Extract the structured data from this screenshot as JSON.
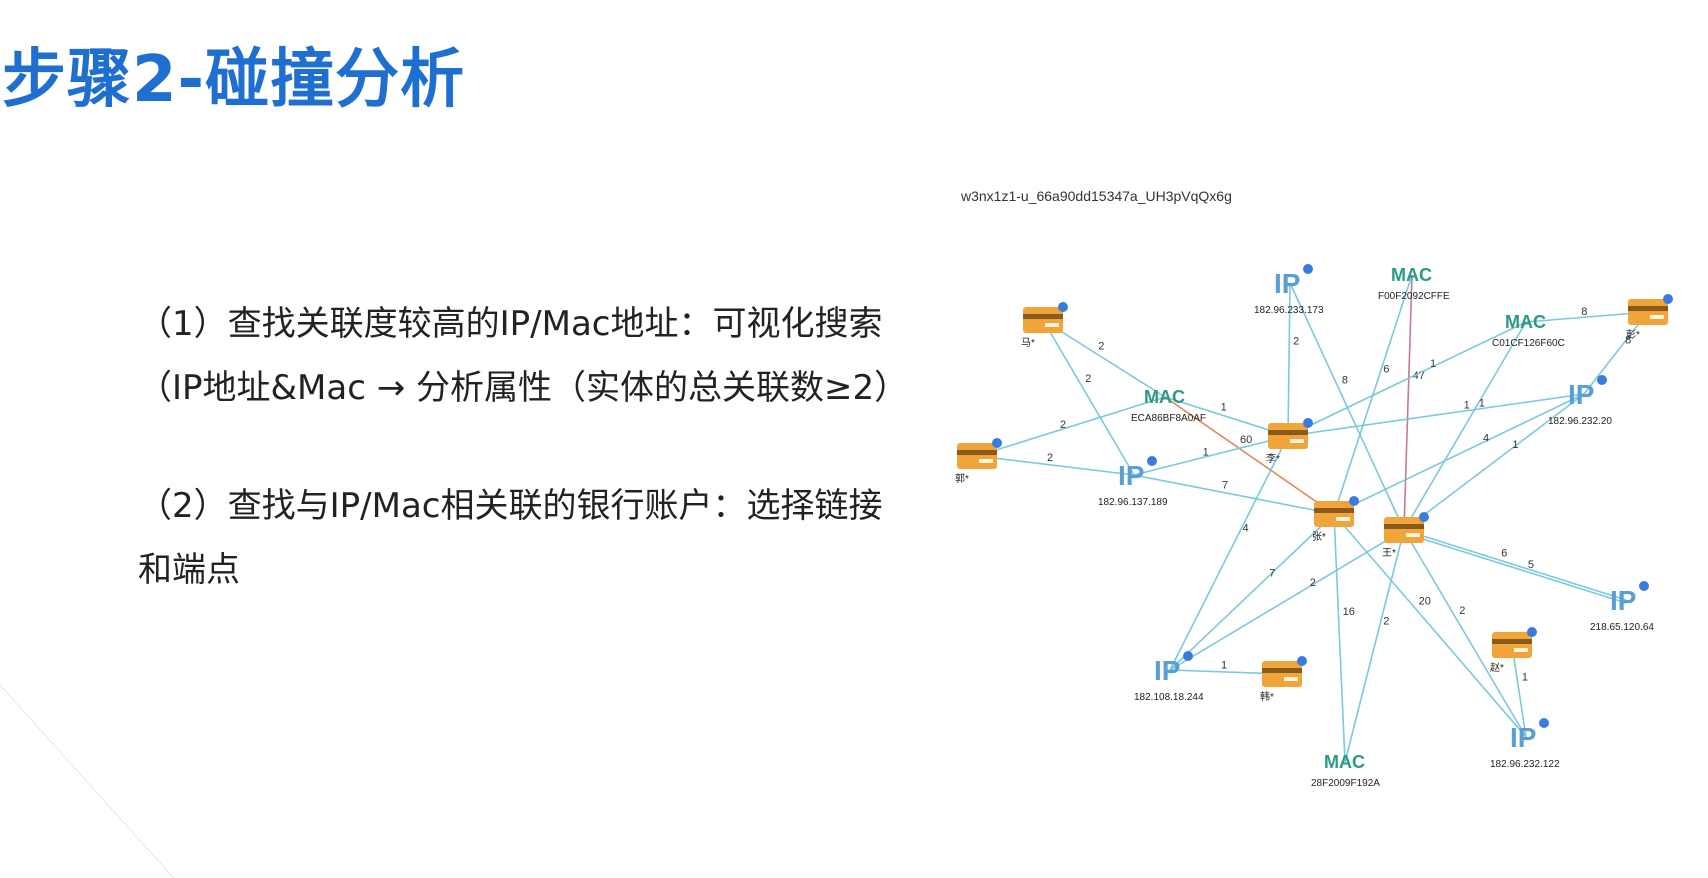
{
  "slide": {
    "title": "步骤2-碰撞分析",
    "bullet1": "（1）查找关联度较高的IP/Mac地址：可视化搜索（IP地址&Mac → 分析属性（实体的总关联数≥2）",
    "bullet2": "（2）查找与IP/Mac相关联的银行账户：选择链接和端点",
    "image_id": "w3nx1z1-u_66a90dd15347a_UH3pVqQx6g"
  },
  "graph": {
    "colors": {
      "edge": "#6cc3dc",
      "edge_highlight": "#e07a45",
      "edge_purple": "#c06a8a",
      "card": "#f0a43a",
      "ip": "#5a9fd4",
      "mac": "#2a9a84",
      "badge": "#3a7be0"
    },
    "nodes": [
      {
        "id": "ma",
        "type": "card",
        "label": "马*"
      },
      {
        "id": "guo",
        "type": "card",
        "label": "郭*"
      },
      {
        "id": "li",
        "type": "card",
        "label": "李*"
      },
      {
        "id": "zhang",
        "type": "card",
        "label": "张*"
      },
      {
        "id": "wang",
        "type": "card",
        "label": "王*"
      },
      {
        "id": "peng",
        "type": "card",
        "label": "彭*"
      },
      {
        "id": "zhao",
        "type": "card",
        "label": "赵*"
      },
      {
        "id": "han",
        "type": "card",
        "label": "韩*"
      },
      {
        "id": "ip1",
        "type": "ip",
        "icon": "IP",
        "label": "182.96.233.173"
      },
      {
        "id": "ip2",
        "type": "ip",
        "icon": "IP",
        "label": "182.96.137.189"
      },
      {
        "id": "ip3",
        "type": "ip",
        "icon": "IP",
        "label": "182.96.232.20"
      },
      {
        "id": "ip4",
        "type": "ip",
        "icon": "IP",
        "label": "218.65.120.64"
      },
      {
        "id": "ip5",
        "type": "ip",
        "icon": "IP",
        "label": "182.108.18.244"
      },
      {
        "id": "ip6",
        "type": "ip",
        "icon": "IP",
        "label": "182.96.232.122"
      },
      {
        "id": "mac1",
        "type": "mac",
        "icon": "MAC",
        "label": "F00F2092CFFE"
      },
      {
        "id": "mac2",
        "type": "mac",
        "icon": "MAC",
        "label": "C01CF126F60C"
      },
      {
        "id": "mac3",
        "type": "mac",
        "icon": "MAC",
        "label": "ECA86BF8A0AF"
      },
      {
        "id": "mac4",
        "type": "mac",
        "icon": "MAC",
        "label": "28F2009F192A"
      }
    ],
    "edges": [
      {
        "from": "ma",
        "to": "mac3",
        "label": "2",
        "style": "normal"
      },
      {
        "from": "ma",
        "to": "ip2",
        "label": "2",
        "style": "normal"
      },
      {
        "from": "guo",
        "to": "mac3",
        "label": "2",
        "style": "normal"
      },
      {
        "from": "guo",
        "to": "ip2",
        "label": "2",
        "style": "normal"
      },
      {
        "from": "mac3",
        "to": "li",
        "label": "1",
        "style": "normal"
      },
      {
        "from": "mac3",
        "to": "zhang",
        "label": "60",
        "style": "highlight"
      },
      {
        "from": "ip2",
        "to": "li",
        "label": "1",
        "style": "normal"
      },
      {
        "from": "ip2",
        "to": "zhang",
        "label": "7",
        "style": "normal"
      },
      {
        "from": "ip1",
        "to": "li",
        "label": "2",
        "style": "normal"
      },
      {
        "from": "ip1",
        "to": "wang",
        "label": "8",
        "style": "normal"
      },
      {
        "from": "mac1",
        "to": "zhang",
        "label": "6",
        "style": "normal"
      },
      {
        "from": "mac1",
        "to": "wang",
        "label": "47",
        "style": "purple"
      },
      {
        "from": "mac2",
        "to": "peng",
        "label": "8",
        "style": "normal"
      },
      {
        "from": "mac2",
        "to": "li",
        "label": "1",
        "style": "normal"
      },
      {
        "from": "mac2",
        "to": "wang",
        "label": "1",
        "style": "normal"
      },
      {
        "from": "peng",
        "to": "ip3",
        "label": "8",
        "style": "normal"
      },
      {
        "from": "ip3",
        "to": "li",
        "label": "1",
        "style": "normal"
      },
      {
        "from": "ip3",
        "to": "zhang",
        "label": "4",
        "style": "normal"
      },
      {
        "from": "ip3",
        "to": "wang",
        "label": "1",
        "style": "normal"
      },
      {
        "from": "wang",
        "to": "ip4",
        "label": "6",
        "style": "normal"
      },
      {
        "from": "wang",
        "to": "ip4",
        "label": "5",
        "style": "normal"
      },
      {
        "from": "li",
        "to": "ip5",
        "label": "4",
        "style": "normal"
      },
      {
        "from": "zhang",
        "to": "ip5",
        "label": "7",
        "style": "normal"
      },
      {
        "from": "wang",
        "to": "ip5",
        "label": "2",
        "style": "normal"
      },
      {
        "from": "ip5",
        "to": "han",
        "label": "1",
        "style": "normal"
      },
      {
        "from": "zhang",
        "to": "mac4",
        "label": "16",
        "style": "normal"
      },
      {
        "from": "wang",
        "to": "mac4",
        "label": "2",
        "style": "normal"
      },
      {
        "from": "zhang",
        "to": "ip6",
        "label": "20",
        "style": "normal"
      },
      {
        "from": "wang",
        "to": "ip6",
        "label": "2",
        "style": "normal"
      },
      {
        "from": "zhao",
        "to": "ip6",
        "label": "1",
        "style": "normal"
      }
    ]
  }
}
